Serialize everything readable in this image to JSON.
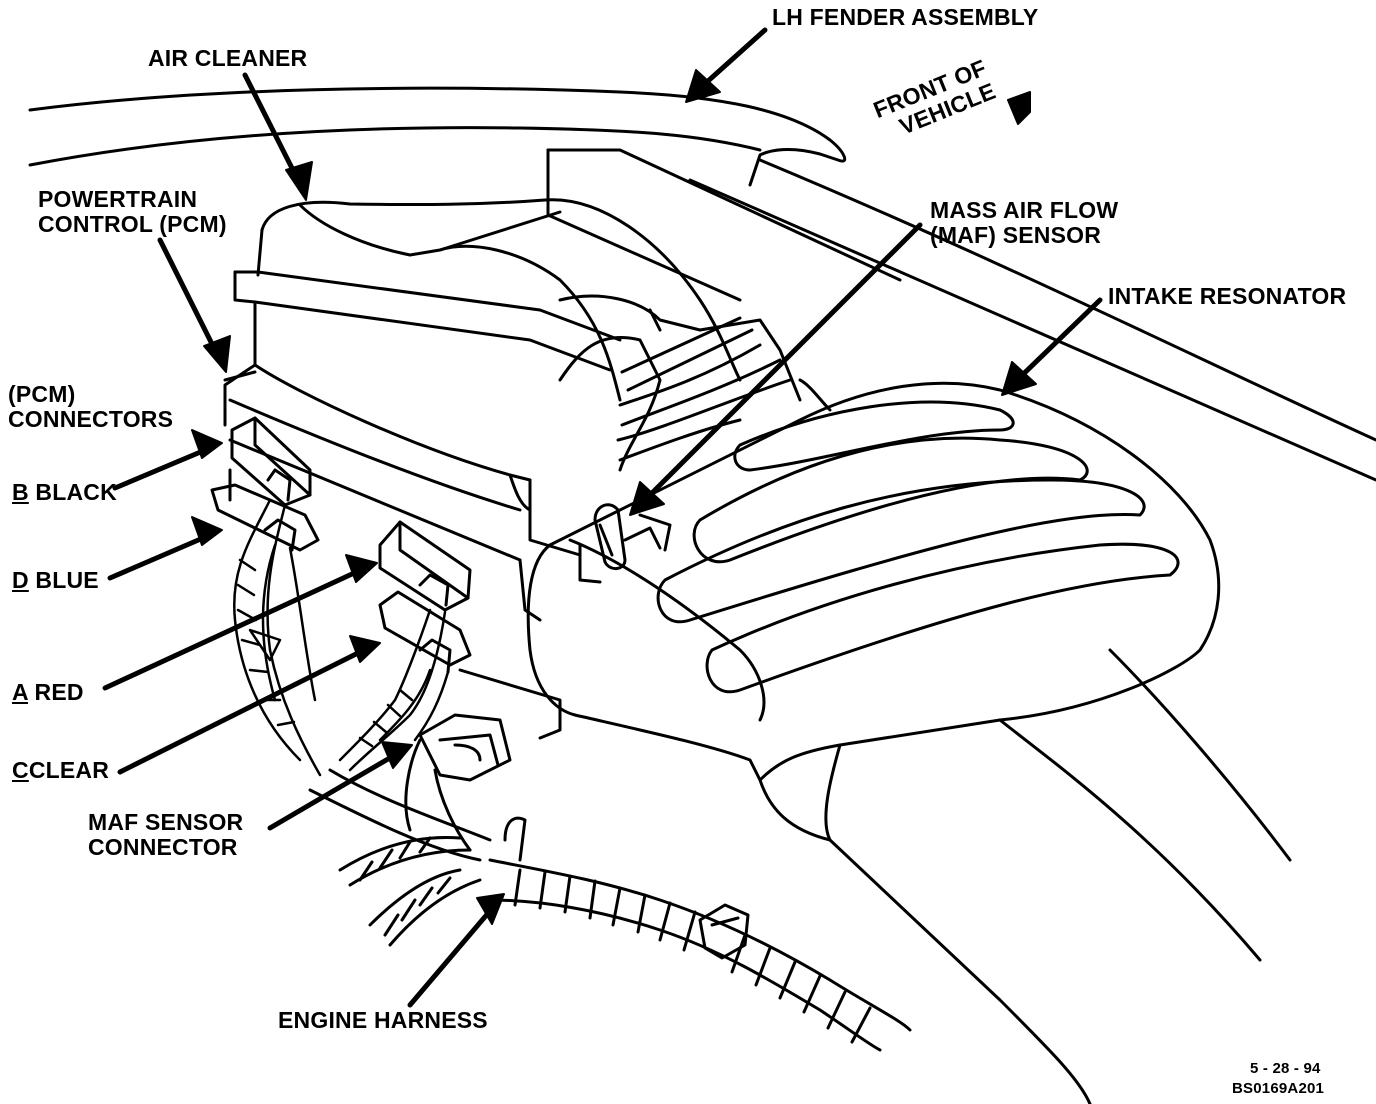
{
  "labels": {
    "air_cleaner": "AIR CLEANER",
    "lh_fender": "LH FENDER ASSEMBLY",
    "front_of_vehicle_1": "FRONT OF",
    "front_of_vehicle_2": "VEHICLE",
    "pcm_1": "POWERTRAIN",
    "pcm_2": "CONTROL (PCM)",
    "maf_1": "MASS AIR FLOW",
    "maf_2": "(MAF) SENSOR",
    "intake": "INTAKE RESONATOR",
    "pcm_conn_1": "(PCM)",
    "pcm_conn_2": "CONNECTORS",
    "b_letter": "B",
    "b_text": " BLACK",
    "d_letter": "D",
    "d_text": " BLUE",
    "a_letter": "A",
    "a_text": " RED",
    "c_letter": "C",
    "c_text": "CLEAR",
    "maf_conn_1": "MAF SENSOR",
    "maf_conn_2": "CONNECTOR",
    "engine_harness": "ENGINE HARNESS",
    "date": "5 - 28 - 94",
    "code": "BS0169A201"
  }
}
